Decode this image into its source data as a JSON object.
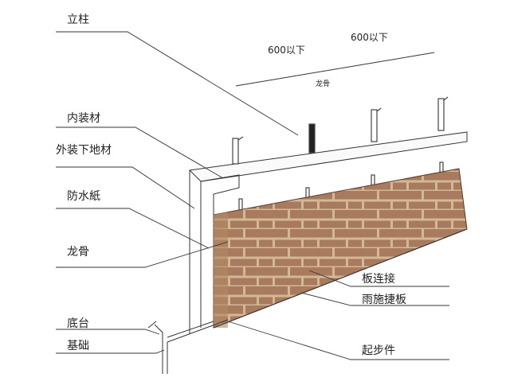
{
  "labels": {
    "post": "立柱",
    "spacing_a": "600以下",
    "spacing_b": "600以下",
    "keel_top": "龙骨",
    "interior": "内装材",
    "exterior_base": "外装下地材",
    "waterproof": "防水紙",
    "keel": "龙骨",
    "joint": "板连接",
    "drip": "雨施捷板",
    "sill": "底台",
    "foundation": "基础",
    "starter": "起步件"
  },
  "colors": {
    "brick": "#a87a5e",
    "mortar": "#d2b896",
    "line": "#333333"
  }
}
